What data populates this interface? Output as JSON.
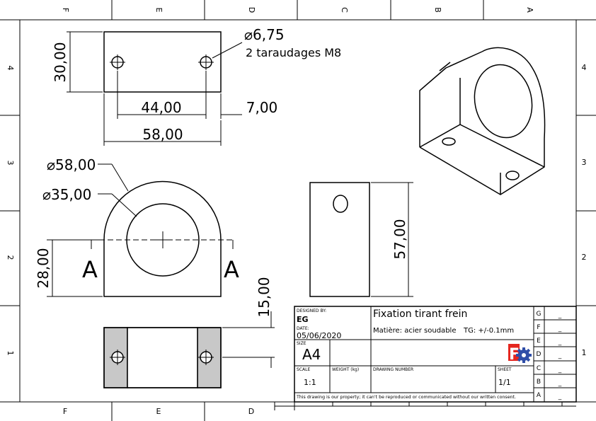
{
  "zones": {
    "top_cols": [
      "F",
      "E",
      "D",
      "C",
      "B",
      "A"
    ],
    "bottom_cols": [
      "F",
      "E",
      "D"
    ],
    "rows": [
      "4",
      "3",
      "2",
      "1"
    ],
    "right_rows": [
      "4",
      "3",
      "2",
      "1"
    ]
  },
  "dimensions": {
    "hole_dia": "⌀6,75",
    "hole_note": "2 taraudages M8",
    "height_top": "30,00",
    "hole_spacing": "44,00",
    "hole_offset": "7,00",
    "width_total": "58,00",
    "outer_dia": "⌀58,00",
    "inner_dia": "⌀35,00",
    "base_height": "28,00",
    "thickness": "15,00",
    "side_height": "57,00"
  },
  "section": {
    "left": "A",
    "right": "A"
  },
  "title_block": {
    "designed_by_label": "DESIGNED BY:",
    "designed_by": "EG",
    "date_label": "DATE:",
    "date": "05/06/2020",
    "size_label": "SIZE",
    "size": "A4",
    "scale_label": "SCALE",
    "scale": "1:1",
    "weight_label": "WEIGHT (kg)",
    "drawing_number_label": "DRAWING NUMBER",
    "sheet_label": "SHEET",
    "sheet": "1/1",
    "title": "Fixation tirant frein",
    "material": "Matière: acier soudable",
    "tolerance": "TG: +/-0.1mm",
    "footer": "This drawing is our property; it can't be reproduced or communicated without our written consent.",
    "revisions": [
      {
        "letter": "G",
        "value": "_"
      },
      {
        "letter": "F",
        "value": "_"
      },
      {
        "letter": "E",
        "value": "_"
      },
      {
        "letter": "D",
        "value": "_"
      },
      {
        "letter": "C",
        "value": "_"
      },
      {
        "letter": "B",
        "value": "_"
      },
      {
        "letter": "A",
        "value": "_"
      }
    ]
  },
  "logo_letter": "F",
  "colors": {
    "logo_red": "#e5261f",
    "logo_blue": "#2f4ea8",
    "section_fill": "#c8c8c8"
  }
}
